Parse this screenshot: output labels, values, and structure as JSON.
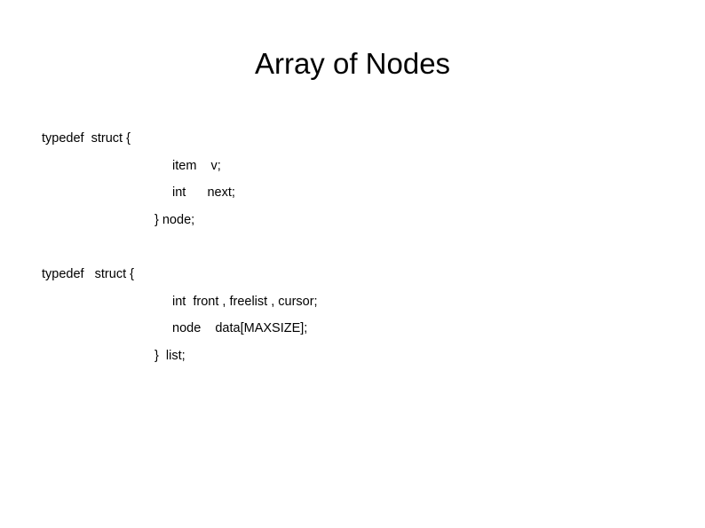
{
  "slide": {
    "title": "Array of Nodes",
    "background_color": "#ffffff",
    "text_color": "#000000"
  },
  "code": {
    "blocks": [
      {
        "name": "node-typedef",
        "lines": [
          {
            "indent": "ind-0",
            "text": "typedef  struct {"
          },
          {
            "indent": "ind-field",
            "text": "item    v;"
          },
          {
            "indent": "ind-field",
            "text": "int      next;"
          },
          {
            "indent": "ind-brace",
            "text": "} node;"
          }
        ]
      },
      {
        "name": "list-typedef",
        "lines": [
          {
            "indent": "ind-0",
            "text": "typedef   struct {"
          },
          {
            "indent": "ind-field",
            "text": "int  front , freelist , cursor;"
          },
          {
            "indent": "ind-field",
            "text": "node    data[MAXSIZE];"
          },
          {
            "indent": "ind-brace",
            "text": "}  list;"
          }
        ]
      }
    ]
  },
  "lines_flat": {
    "l0": "typedef  struct {",
    "l1": "item    v;",
    "l2": "int      next;",
    "l3": "} node;",
    "l4": "",
    "l5": "typedef   struct {",
    "l6": "int  front , freelist , cursor;",
    "l7": "node    data[MAXSIZE];",
    "l8": "}  list;"
  }
}
